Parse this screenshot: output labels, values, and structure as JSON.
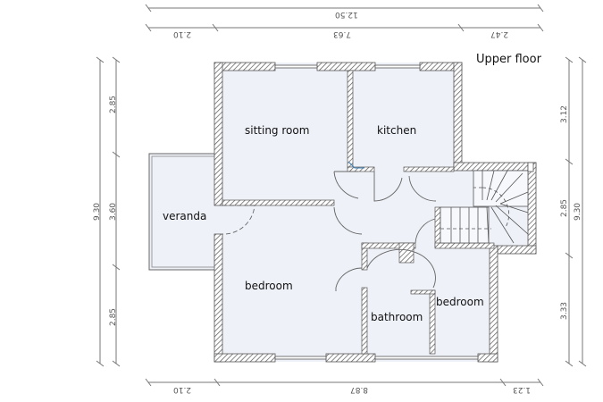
{
  "title": "Upper floor",
  "rooms": {
    "sitting_room": "sitting room",
    "kitchen": "kitchen",
    "veranda": "veranda",
    "bedroom_left": "bedroom",
    "bathroom": "bathroom",
    "bedroom_right": "bedroom"
  },
  "dimensions": {
    "top_total": "12.50",
    "top_segments": [
      "2.10",
      "7.63",
      "2.47"
    ],
    "bottom_segments": [
      "2.10",
      "8.87",
      "1.23"
    ],
    "left_total": "9.30",
    "left_segments": [
      "2.85",
      "3.60",
      "2.85"
    ],
    "right_total": "9.30",
    "right_segments": [
      "3.12",
      "2.85",
      "3.33"
    ]
  },
  "colors": {
    "floor_fill": "#eef1f8",
    "wall": "#555555",
    "dimension_line": "#666666"
  }
}
